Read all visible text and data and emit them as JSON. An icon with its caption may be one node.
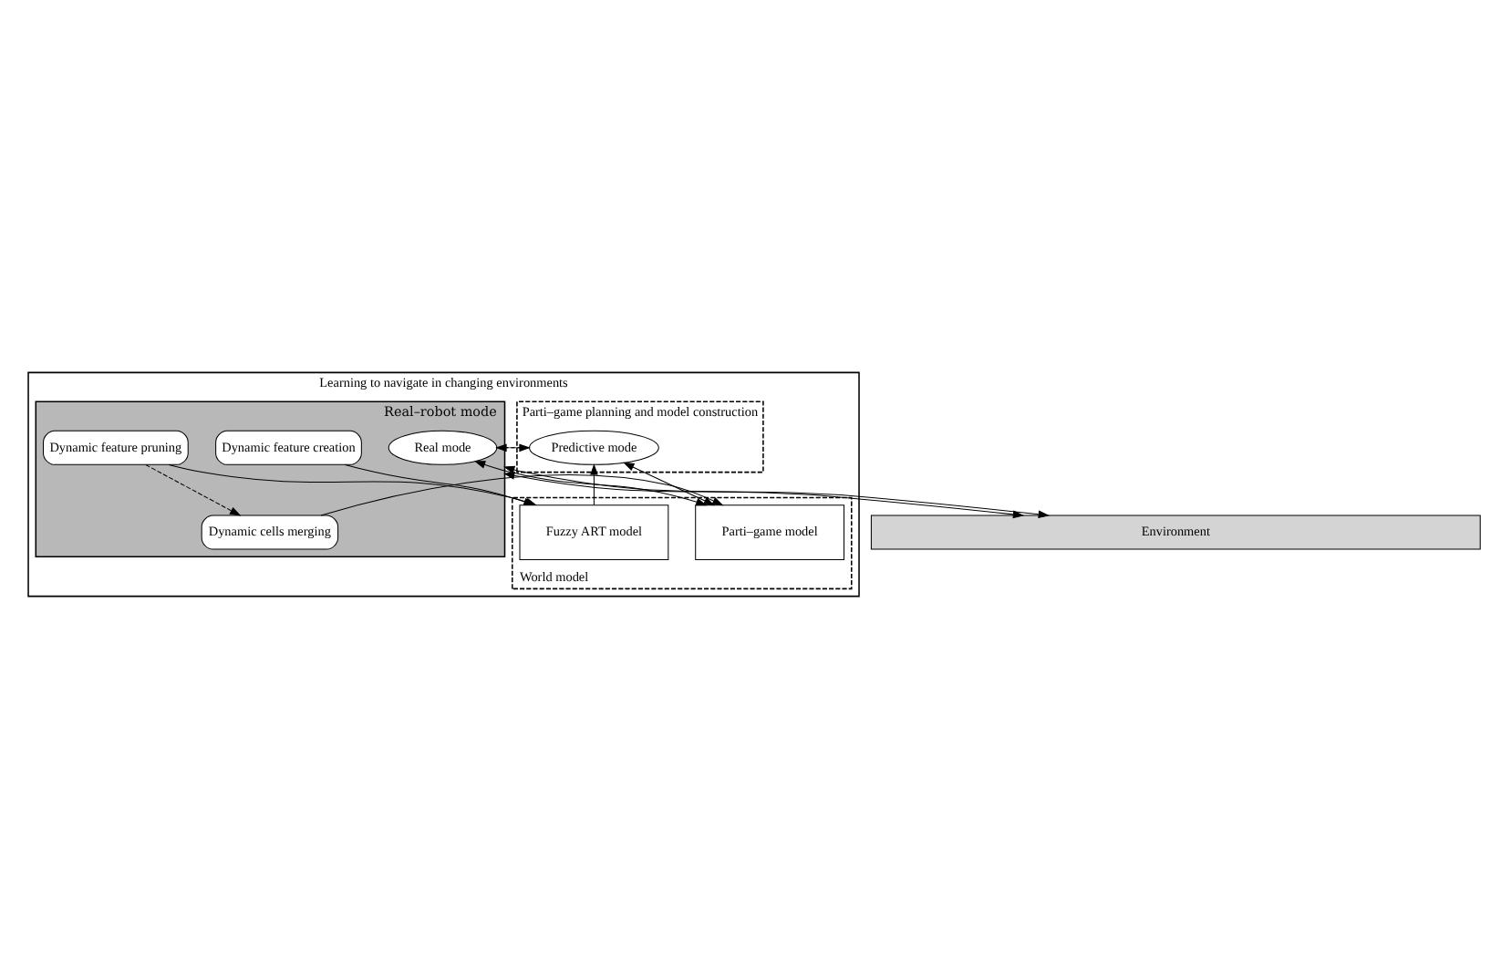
{
  "diagram": {
    "nodes": [
      {
        "text": [
          "Learning to navigate in changing environments"
        ]
      },
      {
        "text": [
          "Parti–game planning and model construction"
        ],
        "in": 0
      },
      {
        "text": [
          "Predictive mode"
        ],
        "in": 1
      },
      {
        "text": [
          "Real–robot mode"
        ],
        "in": 0
      },
      {
        "text": [
          "Real mode"
        ],
        "in": 3
      },
      {
        "text": [
          "Dynamic cells merging"
        ],
        "in": 3
      },
      {
        "text": [
          "Dynamic feature pruning"
        ],
        "in": 3
      },
      {
        "text": [
          "Dynamic feature creation"
        ],
        "in": 3
      },
      {
        "text": [
          "World model"
        ],
        "in": 0
      },
      {
        "text": [
          "Parti–game model"
        ],
        "in": 8
      },
      {
        "text": [
          "Fuzzy ART model"
        ],
        "in": 8
      },
      {
        "text": [
          "Environment"
        ]
      }
    ],
    "edges": [
      {
        "from": 4,
        "to": 2,
        "arrow": "to",
        "style": "dashed"
      },
      {
        "from": 2,
        "to": 4,
        "arrow": "to",
        "style": "dashed"
      },
      {
        "from": 2,
        "to": 9,
        "arrow": "both"
      },
      {
        "from": 9,
        "to": 4,
        "arrow": "both"
      },
      {
        "from": 10,
        "to": 2,
        "arrow": "to"
      },
      {
        "from": 5,
        "to": 9,
        "arrow": "to"
      },
      {
        "from": 6,
        "to": 5,
        "arrow": "to",
        "style": "dashed"
      },
      {
        "from": 6,
        "to": 10,
        "arrow": "to"
      },
      {
        "from": 7,
        "to": 10,
        "arrow": "to"
      },
      {
        "from": 3,
        "to": 11,
        "arrow": "both"
      },
      {
        "from": 3,
        "to": 11,
        "arrow": "both"
      }
    ]
  }
}
